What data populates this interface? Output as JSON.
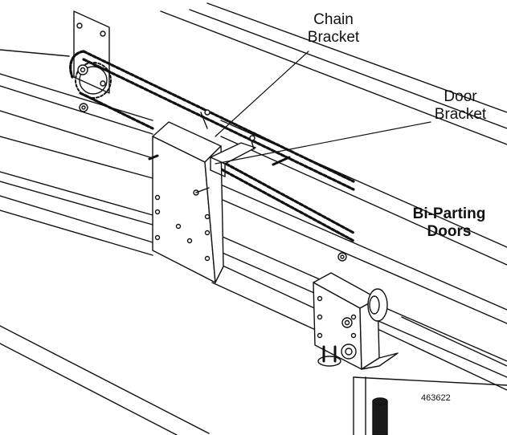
{
  "callouts": {
    "chain_bracket": [
      "Chain",
      "Bracket"
    ],
    "door_bracket": [
      "Door",
      "Bracket"
    ],
    "bi_parting_doors": [
      "Bi-Parting",
      "Doors"
    ]
  },
  "figure_number": "463622",
  "colors": {
    "line": "#111111",
    "background": "#ffffff",
    "dark_fill": "#1a1a1a"
  }
}
